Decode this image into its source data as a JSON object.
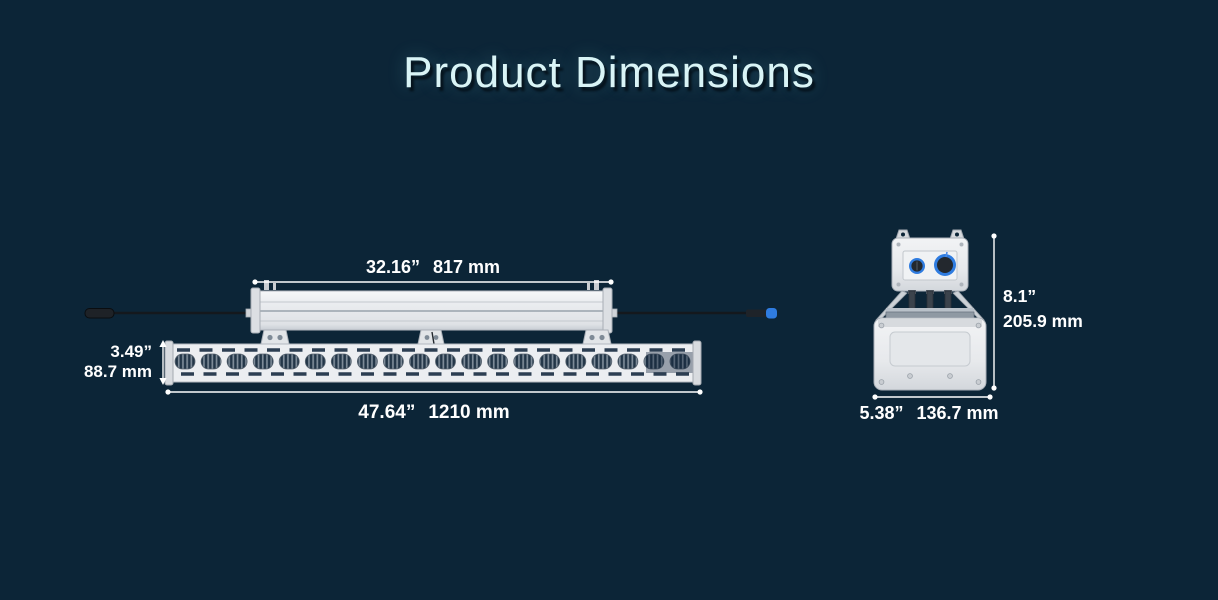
{
  "title": "Product Dimensions",
  "colors": {
    "background": "#0c2537",
    "title_text": "#d9f4f6",
    "dimension_text": "#ffffff",
    "accent_blue": "#2f7ce0",
    "fixture_body": "#eceef1"
  },
  "front_view": {
    "top_width": {
      "inches": "32.16”",
      "mm": "817 mm"
    },
    "bar_height": {
      "inches": "3.49”",
      "mm": "88.7 mm"
    },
    "full_width": {
      "inches": "47.64”",
      "mm": "1210 mm"
    }
  },
  "side_view": {
    "height": {
      "inches": "8.1”",
      "mm": "205.9 mm"
    },
    "width": {
      "inches": "5.38”",
      "mm": "136.7 mm"
    }
  }
}
